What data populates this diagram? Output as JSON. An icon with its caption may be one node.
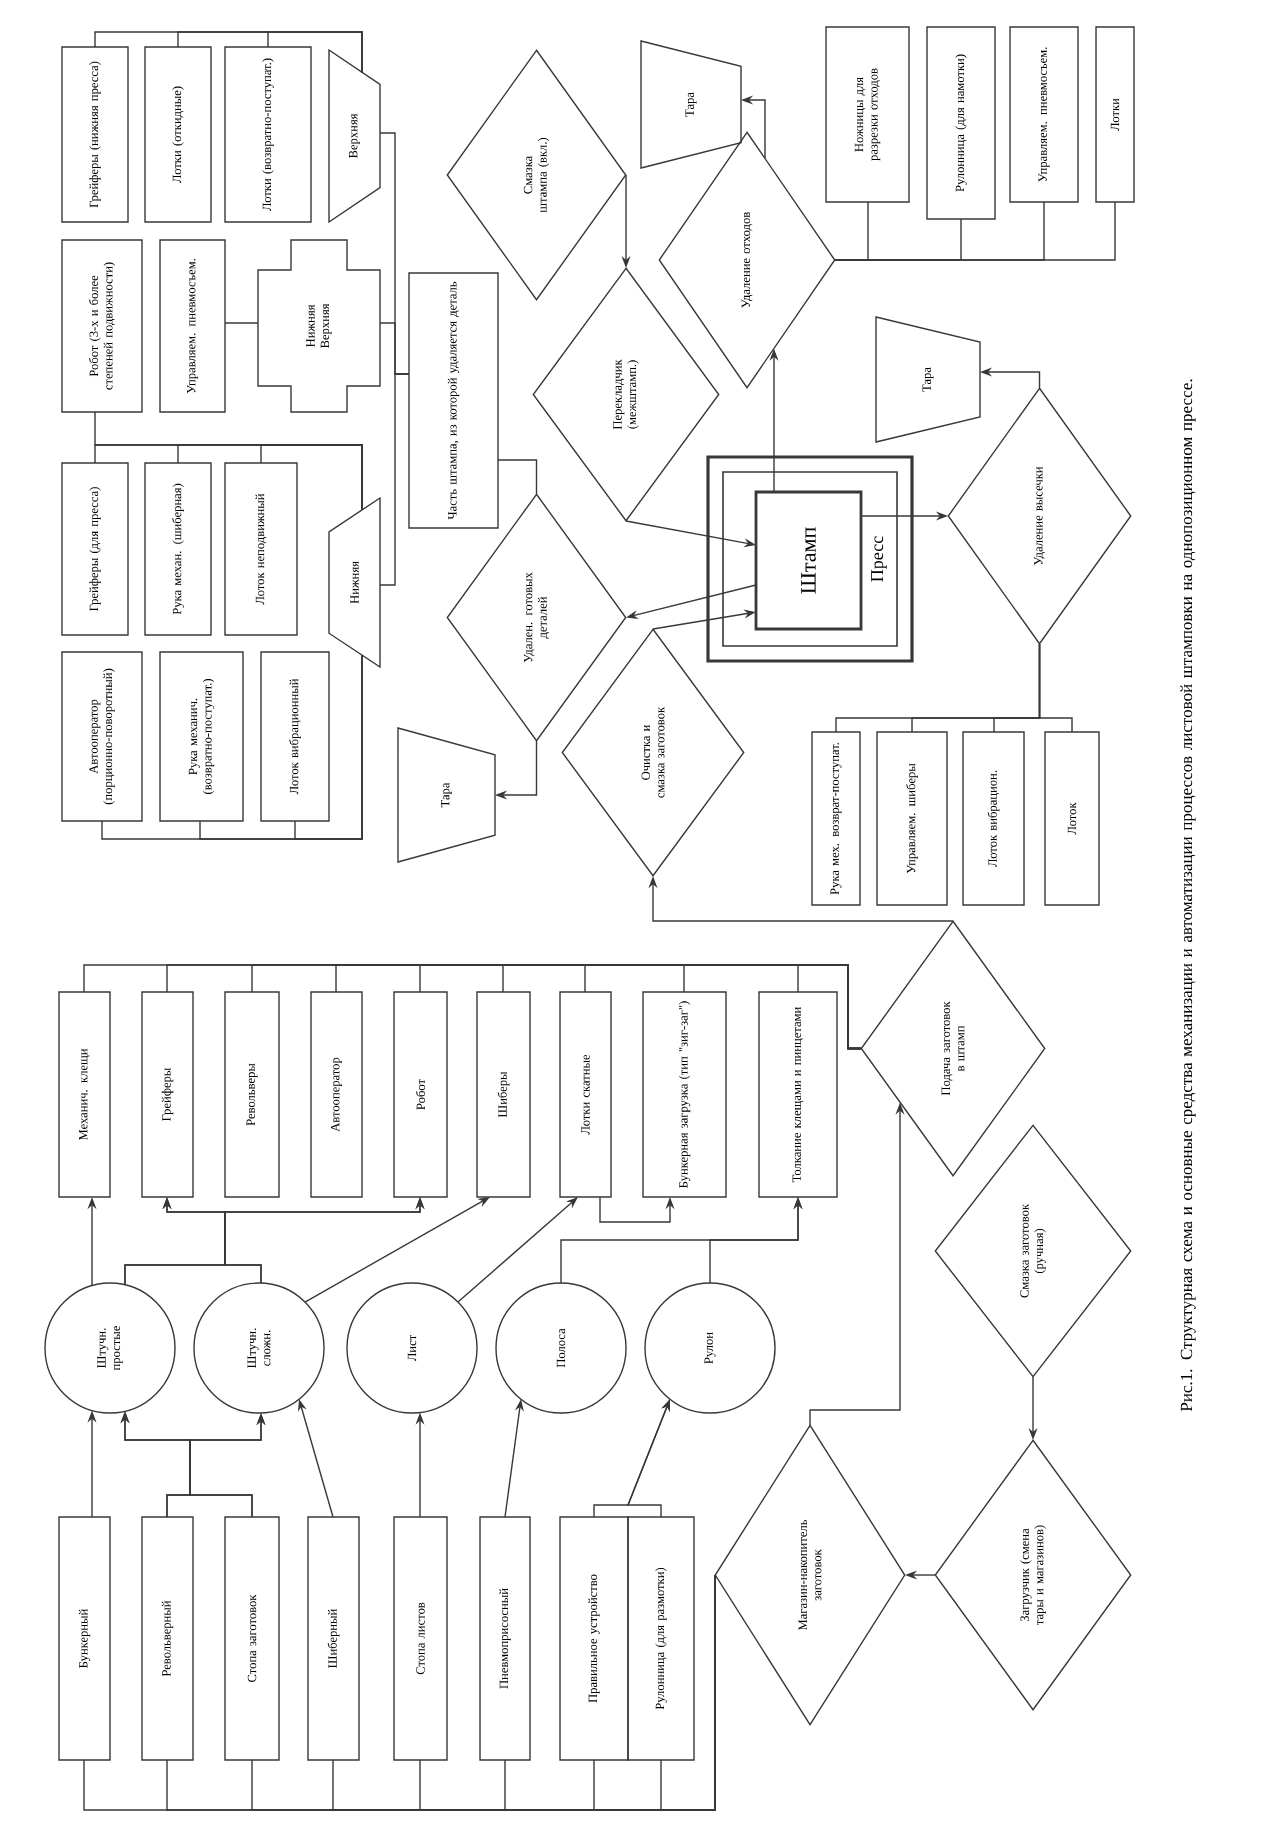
{
  "diagram": {
    "caption": "Рис.1. Структурная схема и основные средства механизации и автоматизации процессов листовой штамповки на однопозиционном прессе.",
    "nodes": [
      {
        "text": [
          "Грейферы (нижняя пресса)"
        ]
      },
      {
        "text": [
          "Лотки (откидные)"
        ]
      },
      {
        "text": [
          "Лотки (возвратно-поступат.)"
        ]
      },
      {
        "text": [
          "Верхняя"
        ]
      },
      {
        "text": [
          "Робот (3-х и более степеней подвижности)"
        ]
      },
      {
        "text": [
          "Управляем. пневмосъем."
        ]
      },
      {
        "text": [
          "Нижняя Верхняя"
        ]
      },
      {
        "text": [
          "Грейферы (для пресса)"
        ]
      },
      {
        "text": [
          "Рука механ. (шиберная)"
        ]
      },
      {
        "text": [
          "Лоток неподвижный"
        ]
      },
      {
        "text": [
          "Нижняя"
        ]
      },
      {
        "text": [
          "Автооператор (порционно-поворотный)"
        ]
      },
      {
        "text": [
          "Рука механич. (возвратно-поступат.)"
        ]
      },
      {
        "text": [
          "Лоток вибрационный"
        ]
      },
      {
        "text": [
          "Часть штампа, из которой удаляется деталь"
        ]
      },
      {
        "text": [
          "Смазка штампа (вкл.)"
        ]
      },
      {
        "text": [
          "Тара"
        ]
      },
      {
        "text": [
          "Перекладчик (межштамп.)"
        ]
      },
      {
        "text": [
          "Удаление отходов"
        ]
      },
      {
        "text": [
          "Ножницы для разрезки отходов"
        ]
      },
      {
        "text": [
          "Рулонница (для намотки)"
        ]
      },
      {
        "text": [
          "Управляем. пневмосъем."
        ]
      },
      {
        "text": [
          "Лотки"
        ]
      },
      {
        "text": [
          "Пресс"
        ]
      },
      {
        "text": [
          "Штамп"
        ],
        "in": 23
      },
      {
        "text": [
          "Тара"
        ]
      },
      {
        "text": [
          "Удаление высечки"
        ]
      },
      {
        "text": [
          "Удален. готовых деталей"
        ]
      },
      {
        "text": [
          "Тара"
        ]
      },
      {
        "text": [
          "Очистка и смазка заготовок"
        ]
      },
      {
        "text": [
          "Рука мех. возврат-поступат."
        ]
      },
      {
        "text": [
          "Управляем. шиберы"
        ]
      },
      {
        "text": [
          "Лоток вибрацион."
        ]
      },
      {
        "text": [
          "Лоток"
        ]
      },
      {
        "text": [
          "Механич. клещи"
        ]
      },
      {
        "text": [
          "Грейферы"
        ]
      },
      {
        "text": [
          "Револьверы"
        ]
      },
      {
        "text": [
          "Автооператор"
        ]
      },
      {
        "text": [
          "Робот"
        ]
      },
      {
        "text": [
          "Шиберы"
        ]
      },
      {
        "text": [
          "Лотки скатные"
        ]
      },
      {
        "text": [
          "Бункерная загрузка (тип \"зиг-заг\")"
        ]
      },
      {
        "text": [
          "Толкание клещами и пинцетами"
        ]
      },
      {
        "text": [
          "Подача заготовок в штамп"
        ]
      },
      {
        "text": [
          "Штучн. простые"
        ]
      },
      {
        "text": [
          "Штучн. сложн."
        ]
      },
      {
        "text": [
          "Лист"
        ]
      },
      {
        "text": [
          "Полоса"
        ]
      },
      {
        "text": [
          "Рулон"
        ]
      },
      {
        "text": [
          "Смазка заготовок (ручная)"
        ]
      },
      {
        "text": [
          "Бункерный"
        ]
      },
      {
        "text": [
          "Револьверный"
        ]
      },
      {
        "text": [
          "Стопа заготовок"
        ]
      },
      {
        "text": [
          "Шиберный"
        ]
      },
      {
        "text": [
          "Стопа листов"
        ]
      },
      {
        "text": [
          "Пневмоприсосный"
        ]
      },
      {
        "text": [
          "Правильное устройство"
        ]
      },
      {
        "text": [
          "Рулонница (для размотки)"
        ]
      },
      {
        "text": [
          "Магазин-накопитель заготовок"
        ]
      },
      {
        "text": [
          "Загрузчик (смена тары и магазинов)"
        ]
      }
    ],
    "edges": [
      {
        "from": 3,
        "to": 0,
        "arrow": "none"
      },
      {
        "from": 3,
        "to": 1,
        "arrow": "none"
      },
      {
        "from": 3,
        "to": 2,
        "arrow": "none"
      },
      {
        "from": 14,
        "to": 3,
        "arrow": "none"
      },
      {
        "from": 14,
        "to": 6,
        "arrow": "none"
      },
      {
        "from": 14,
        "to": 10,
        "arrow": "none"
      },
      {
        "from": 6,
        "to": 5,
        "arrow": "none"
      },
      {
        "from": 10,
        "to": 4,
        "arrow": "none"
      },
      {
        "from": 10,
        "to": 7,
        "arrow": "none"
      },
      {
        "from": 10,
        "to": 8,
        "arrow": "none"
      },
      {
        "from": 10,
        "to": 9,
        "arrow": "none"
      },
      {
        "from": 10,
        "to": 11,
        "arrow": "none"
      },
      {
        "from": 10,
        "to": 12,
        "arrow": "none"
      },
      {
        "from": 10,
        "to": 13,
        "arrow": "none"
      },
      {
        "from": 15,
        "to": 17,
        "arrow": "to"
      },
      {
        "from": 17,
        "to": 24,
        "arrow": "to"
      },
      {
        "from": 24,
        "to": 27,
        "arrow": "to"
      },
      {
        "from": 29,
        "to": 24,
        "arrow": "to"
      },
      {
        "from": 27,
        "to": 28,
        "arrow": "to"
      },
      {
        "from": 14,
        "to": 27,
        "arrow": "none"
      },
      {
        "from": 24,
        "to": 18,
        "arrow": "to"
      },
      {
        "from": 18,
        "to": 16,
        "arrow": "to"
      },
      {
        "from": 18,
        "to": 19,
        "arrow": "none"
      },
      {
        "from": 18,
        "to": 20,
        "arrow": "none"
      },
      {
        "from": 18,
        "to": 21,
        "arrow": "none"
      },
      {
        "from": 18,
        "to": 22,
        "arrow": "none"
      },
      {
        "from": 24,
        "to": 26,
        "arrow": "to"
      },
      {
        "from": 26,
        "to": 25,
        "arrow": "to"
      },
      {
        "from": 26,
        "to": 30,
        "arrow": "none"
      },
      {
        "from": 26,
        "to": 31,
        "arrow": "none"
      },
      {
        "from": 26,
        "to": 32,
        "arrow": "none"
      },
      {
        "from": 26,
        "to": 33,
        "arrow": "none"
      },
      {
        "from": 43,
        "to": 29,
        "arrow": "to"
      },
      {
        "from": 43,
        "to": 34,
        "arrow": "none"
      },
      {
        "from": 43,
        "to": 35,
        "arrow": "none"
      },
      {
        "from": 43,
        "to": 36,
        "arrow": "none"
      },
      {
        "from": 43,
        "to": 37,
        "arrow": "none"
      },
      {
        "from": 43,
        "to": 38,
        "arrow": "none"
      },
      {
        "from": 43,
        "to": 39,
        "arrow": "none"
      },
      {
        "from": 43,
        "to": 40,
        "arrow": "none"
      },
      {
        "from": 43,
        "to": 41,
        "arrow": "none"
      },
      {
        "from": 43,
        "to": 42,
        "arrow": "none"
      },
      {
        "from": 44,
        "to": 34,
        "arrow": "to"
      },
      {
        "from": 44,
        "to": 35,
        "arrow": "to"
      },
      {
        "from": 44,
        "to": 38,
        "arrow": "to"
      },
      {
        "from": 45,
        "to": 35,
        "arrow": "to"
      },
      {
        "from": 45,
        "to": 38,
        "arrow": "to"
      },
      {
        "from": 45,
        "to": 39,
        "arrow": "to"
      },
      {
        "from": 46,
        "to": 40,
        "arrow": "to"
      },
      {
        "from": 40,
        "to": 41,
        "arrow": "to"
      },
      {
        "from": 47,
        "to": 42,
        "arrow": "to"
      },
      {
        "from": 48,
        "to": 42,
        "arrow": "to"
      },
      {
        "from": 50,
        "to": 44,
        "arrow": "to"
      },
      {
        "from": 51,
        "to": 44,
        "arrow": "to"
      },
      {
        "from": 51,
        "to": 45,
        "arrow": "to"
      },
      {
        "from": 52,
        "to": 44,
        "arrow": "to"
      },
      {
        "from": 52,
        "to": 45,
        "arrow": "to"
      },
      {
        "from": 53,
        "to": 45,
        "arrow": "to"
      },
      {
        "from": 54,
        "to": 46,
        "arrow": "to"
      },
      {
        "from": 55,
        "to": 47,
        "arrow": "to"
      },
      {
        "from": 56,
        "to": 48,
        "arrow": "to"
      },
      {
        "from": 57,
        "to": 48,
        "arrow": "to"
      },
      {
        "from": 58,
        "to": 50,
        "arrow": "none"
      },
      {
        "from": 58,
        "to": 51,
        "arrow": "none"
      },
      {
        "from": 58,
        "to": 52,
        "arrow": "none"
      },
      {
        "from": 58,
        "to": 53,
        "arrow": "none"
      },
      {
        "from": 58,
        "to": 54,
        "arrow": "none"
      },
      {
        "from": 58,
        "to": 55,
        "arrow": "none"
      },
      {
        "from": 58,
        "to": 56,
        "arrow": "none"
      },
      {
        "from": 58,
        "to": 57,
        "arrow": "none"
      },
      {
        "from": 59,
        "to": 58,
        "arrow": "to"
      },
      {
        "from": 49,
        "to": 59,
        "arrow": "to"
      },
      {
        "from": 58,
        "to": 43,
        "arrow": "to"
      }
    ]
  }
}
